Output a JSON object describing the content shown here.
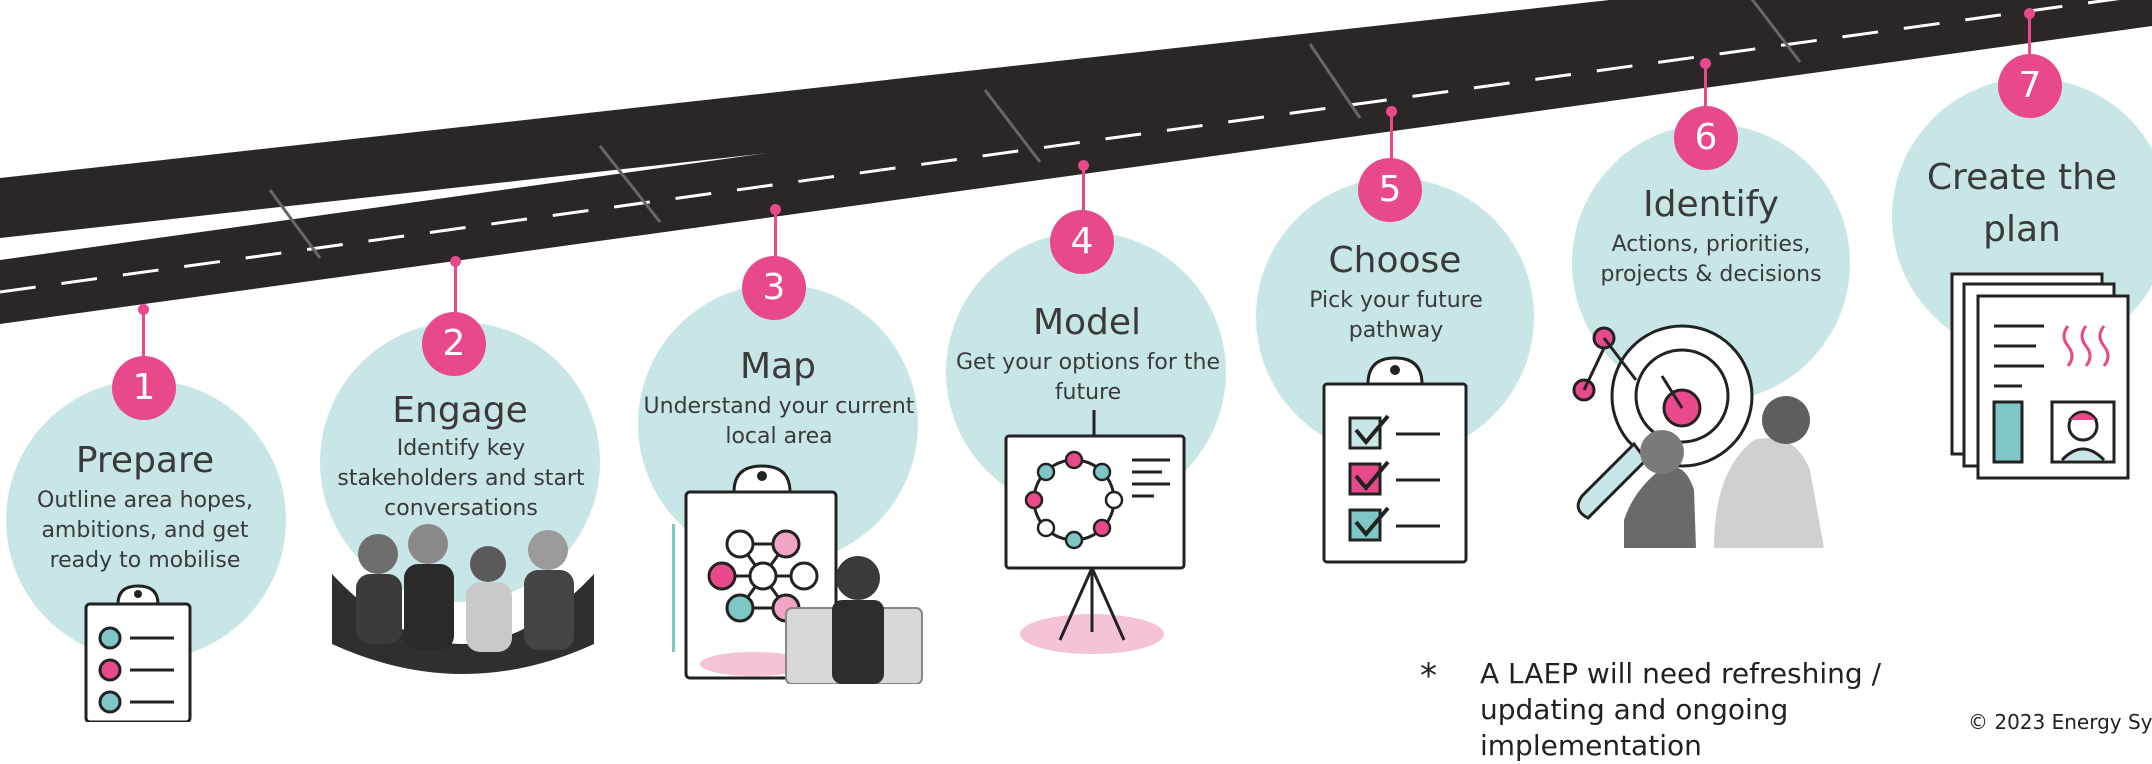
{
  "steps": [
    {
      "number": "1",
      "title": "Prepare",
      "description": "Outline area hopes, ambitions, and get ready to mobilise"
    },
    {
      "number": "2",
      "title": "Engage",
      "description": "Identify key stakeholders and start conversations"
    },
    {
      "number": "3",
      "title": "Map",
      "description": "Understand your current local area"
    },
    {
      "number": "4",
      "title": "Model",
      "description": "Get your options for the future"
    },
    {
      "number": "5",
      "title": "Choose",
      "description": "Pick your future pathway"
    },
    {
      "number": "6",
      "title": "Identify",
      "description": "Actions, priorities, projects & decisions"
    },
    {
      "number": "7",
      "title": "Create the plan",
      "description": ""
    }
  ],
  "footnote": {
    "marker": "*",
    "text": "A LAEP will need refreshing / updating and ongoing implementation"
  },
  "copyright": "© 2023 Energy Sy",
  "colors": {
    "accent": "#e8498a",
    "circle": "#c9e6e6",
    "road": "#2b2727",
    "teal": "#7fc7c4"
  },
  "icons": [
    "clipboard-icon",
    "people-photo",
    "network-diagram-icon",
    "flipchart-icon",
    "checklist-icon",
    "magnifier-icon",
    "plan-documents-icon"
  ]
}
